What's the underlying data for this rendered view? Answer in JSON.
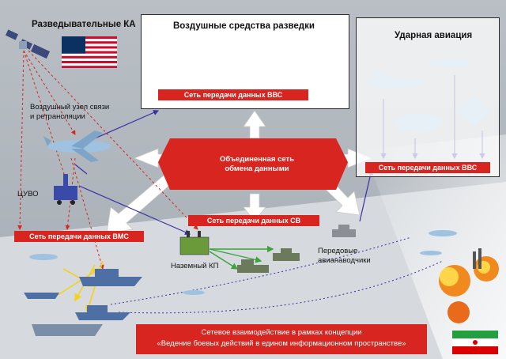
{
  "top_left_title": "Разведывательные КА",
  "air_recon": {
    "title": "Воздушные средства разведки",
    "network": "Сеть передачи данных ВВС"
  },
  "strike": {
    "title": "Ударная авиация",
    "network": "Сеть передачи данных ВВС"
  },
  "relay_label": "Воздушный узел связи\nи ретрансляции",
  "cuvo_label": "ЦУВО",
  "center": {
    "line1": "Объединенная сеть",
    "line2": "обмена данными"
  },
  "army_network": "Сеть передачи данных СВ",
  "navy_network": "Сеть передачи данных ВМС",
  "ground_cp": "Наземный КП",
  "forward_controllers": "Передовые\nавианаводчики",
  "bottom": {
    "line1": "Сетевое взаимодействие  в рамках концепции",
    "line2": "«Ведение боевых действий в едином информационном пространстве»"
  },
  "colors": {
    "red": "#d9251f",
    "link_blue": "#3a2fa8",
    "link_red": "#d9251f",
    "link_yellow": "#f4d21b",
    "link_green": "#3aa33a",
    "aircraft": "#9fc2e0",
    "vehicle": "#6b9a3a",
    "ship": "#4d6fa3"
  },
  "icons": [
    "satellite-icon",
    "aircraft-icon",
    "ship-icon",
    "tank-icon",
    "truck-icon",
    "explosion-icon",
    "flag-usa-icon",
    "flag-iran-icon"
  ]
}
